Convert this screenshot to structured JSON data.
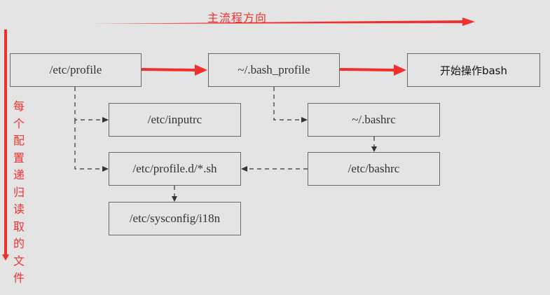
{
  "annotations": {
    "main_flow": "主流程方向",
    "recursive_read": "每个配置递归读取的文件"
  },
  "nodes": {
    "profile": "/etc/profile",
    "bash_profile": "~/.bash_profile",
    "start_bash": "开始操作bash",
    "inputrc": "/etc/inputrc",
    "user_bashrc": "~/.bashrc",
    "profile_d": "/etc/profile.d/*.sh",
    "etc_bashrc": "/etc/bashrc",
    "i18n": "/etc/sysconfig/i18n"
  },
  "colors": {
    "accent": "#f0302e",
    "line": "#333333",
    "border": "#6a6a6a",
    "background": "#e4e4e4"
  }
}
